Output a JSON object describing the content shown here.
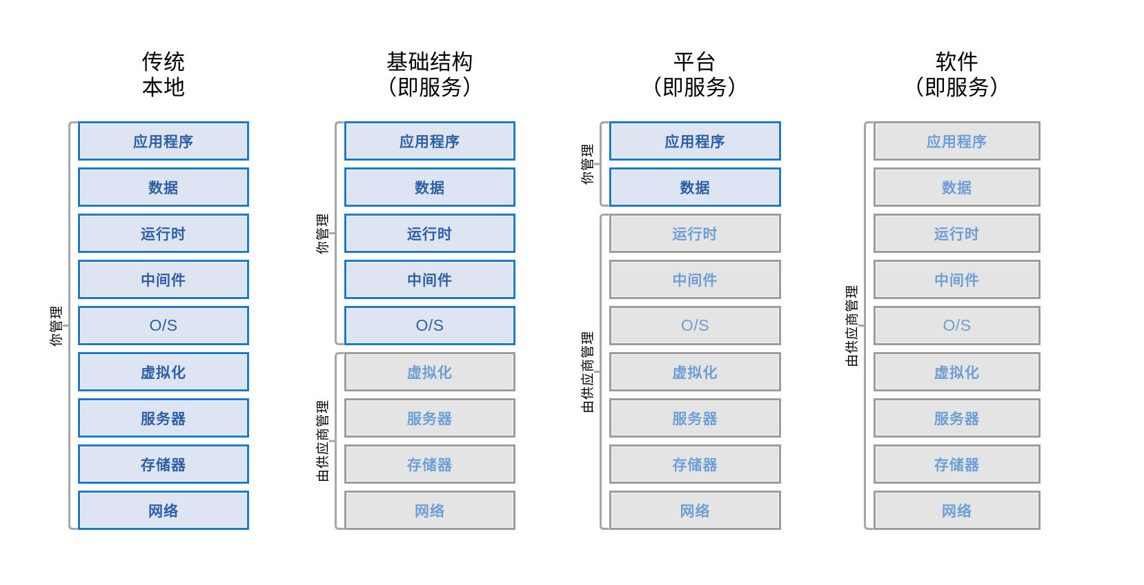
{
  "diagram": {
    "title_lines_separator": "\n",
    "layers": [
      "应用程序",
      "数据",
      "运行时",
      "中间件",
      "O/S",
      "虚拟化",
      "服务器",
      "存储器",
      "网络"
    ],
    "labels": {
      "you_manage": "你管理",
      "vendor_manages": "由供应商管理"
    },
    "colors": {
      "blue_border": "#1878d2",
      "blue_fill": "#dde5f2",
      "blue_text": "#2d5fa6",
      "gray_border": "#9c9c9c",
      "gray_fill": "#e4e4e4",
      "gray_text": "#6d9ed6",
      "bracket": "#a6a6a6",
      "title_text": "#000000",
      "background": "#ffffff"
    },
    "columns": [
      {
        "id": "traditional-on-premises",
        "title": "传统\n本地",
        "blue_layer_count": 9,
        "brackets": [
          {
            "label": "你管理",
            "from_layer": 1,
            "to_layer": 9
          }
        ]
      },
      {
        "id": "infrastructure-as-a-service",
        "title": "基础结构\n（即服务）",
        "blue_layer_count": 5,
        "brackets": [
          {
            "label": "你管理",
            "from_layer": 1,
            "to_layer": 5
          },
          {
            "label": "由供应商管理",
            "from_layer": 6,
            "to_layer": 9
          }
        ]
      },
      {
        "id": "platform-as-a-service",
        "title": "平台\n（即服务）",
        "blue_layer_count": 2,
        "brackets": [
          {
            "label": "你管理",
            "from_layer": 1,
            "to_layer": 2
          },
          {
            "label": "由供应商管理",
            "from_layer": 3,
            "to_layer": 9
          }
        ]
      },
      {
        "id": "software-as-a-service",
        "title": "软件\n（即服务）",
        "blue_layer_count": 0,
        "brackets": [
          {
            "label": "由供应商管理",
            "from_layer": 1,
            "to_layer": 9
          }
        ]
      }
    ]
  }
}
